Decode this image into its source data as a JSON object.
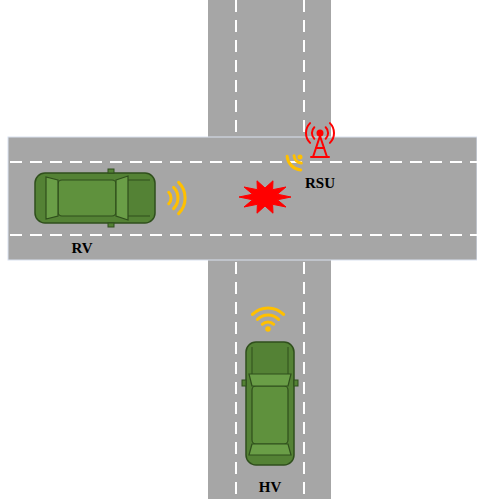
{
  "diagram": {
    "labels": [
      "RSU",
      "RV",
      "HV"
    ]
  }
}
